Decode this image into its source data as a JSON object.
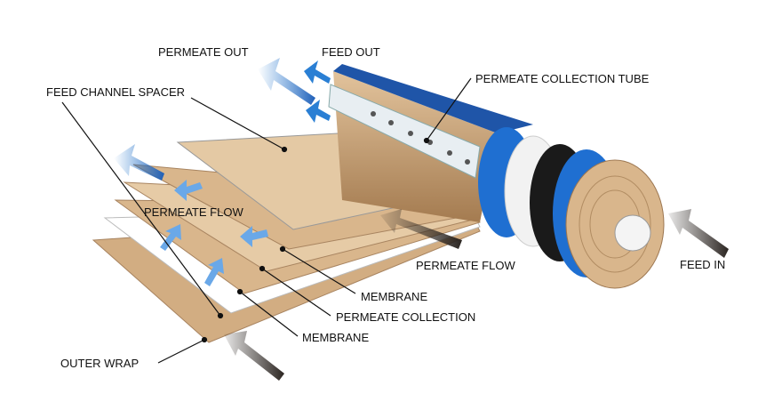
{
  "labels": {
    "permeate_out": "PERMEATE OUT",
    "feed_out": "FEED OUT",
    "permeate_collection_tube": "PERMEATE COLLECTION TUBE",
    "feed_channel_spacer": "FEED CHANNEL SPACER",
    "permeate_flow_left": "PERMEATE FLOW",
    "permeate_flow_center": "PERMEATE FLOW",
    "feed_in": "FEED IN",
    "membrane_top": "MEMBRANE",
    "permeate_collection": "PERMEATE COLLECTION",
    "membrane_bottom": "MEMBRANE",
    "outer_wrap": "OUTER WRAP"
  },
  "colors": {
    "sheet": "#d9b68c",
    "sheet_light": "#ecd7b8",
    "band_blue": "#1f6fd1",
    "band_dark": "#1a1a1a",
    "arrow_blue": "#2a7fd4",
    "arrow_dark": "#2b2521"
  }
}
